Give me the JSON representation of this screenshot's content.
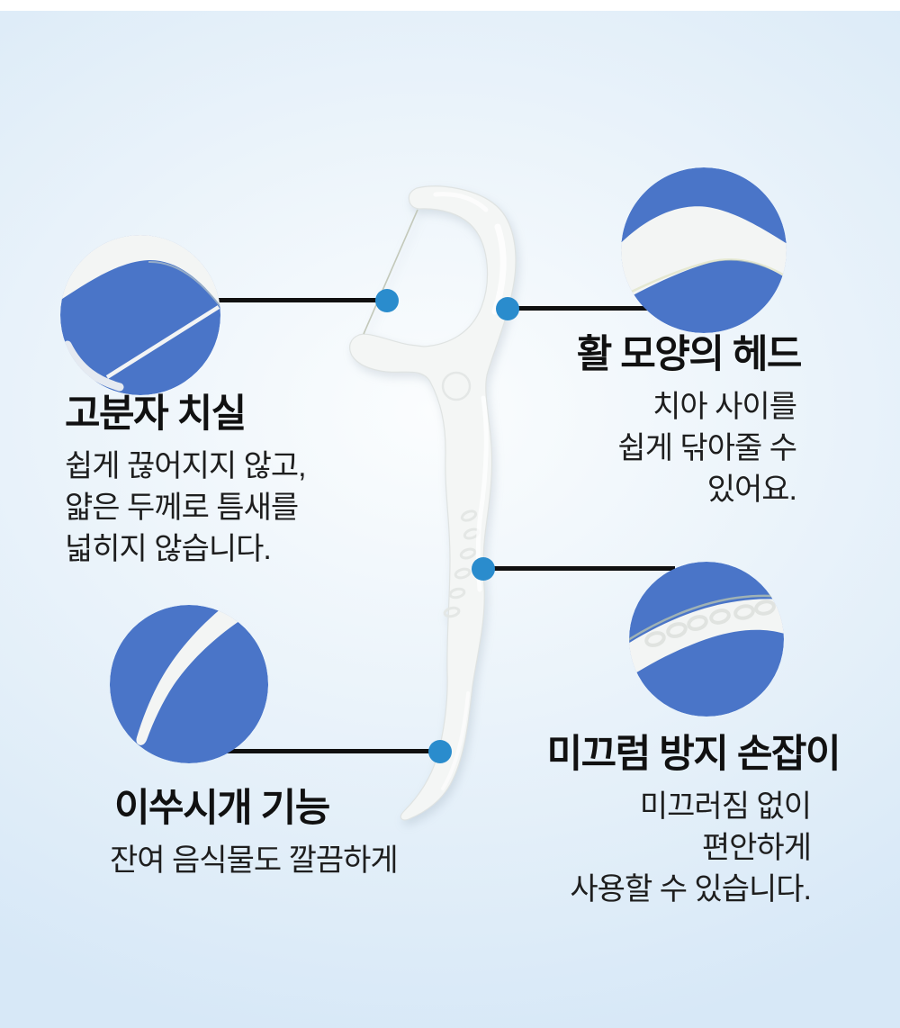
{
  "colors": {
    "circle_blue": "#4a75c8",
    "dot_blue": "#2a8ccd",
    "line_black": "#101010",
    "title_color": "#111111",
    "body_color": "#1e1e1e",
    "bg_center": "#fbfdfe",
    "bg_mid": "#eaf3fa",
    "bg_edge": "#d7e8f7",
    "product_fill": "#f4f6f5",
    "floss_color": "#c3c8ba"
  },
  "callouts": [
    {
      "id": "floss",
      "title": "고분자 치실",
      "lines": [
        "쉽게 끊어지지 않고,",
        "얇은 두께로 틈새를",
        "넓히지 않습니다."
      ]
    },
    {
      "id": "bow-head",
      "title": "활 모양의 헤드",
      "lines": [
        "치아 사이를",
        "쉽게 닦아줄 수",
        "있어요."
      ]
    },
    {
      "id": "toothpick",
      "title": "이쑤시개 기능",
      "lines": [
        "잔여 음식물도 깔끔하게"
      ]
    },
    {
      "id": "grip",
      "title": "미끄럼 방지 손잡이",
      "lines": [
        "미끄러짐 없이",
        "편안하게",
        "사용할 수 있습니다."
      ]
    }
  ]
}
